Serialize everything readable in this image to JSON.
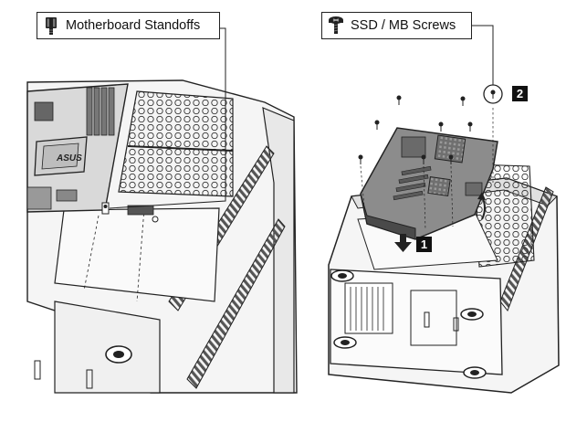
{
  "callouts": {
    "standoffs": {
      "label": "Motherboard Standoffs",
      "icon": "standoff-icon"
    },
    "screws": {
      "label": "SSD / MB Screws",
      "icon": "screw-icon"
    }
  },
  "steps": {
    "step1": "1",
    "step2": "2"
  },
  "board_brand": "ASUS",
  "colors": {
    "line": "#222222",
    "board_fill": "#8a8a8a",
    "board_dark": "#4a4a4a",
    "case_fill": "#f2f2f2"
  }
}
